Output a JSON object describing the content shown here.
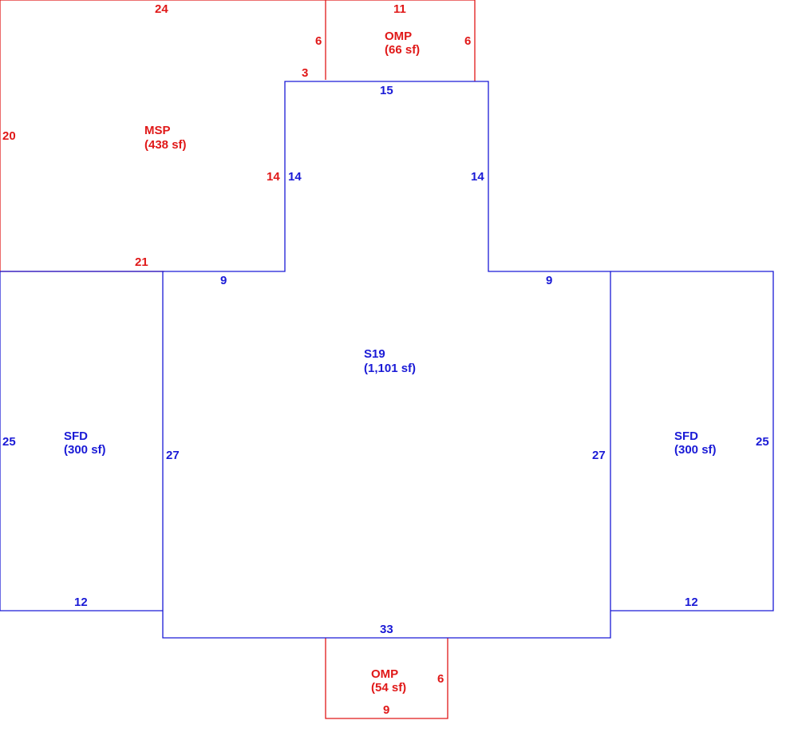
{
  "colors": {
    "living": "#1a1ad6",
    "porch": "#e01818"
  },
  "areas": {
    "msp": {
      "code": "MSP",
      "area": "(438 sf)"
    },
    "omp_top": {
      "code": "OMP",
      "area": "(66 sf)"
    },
    "s19": {
      "code": "S19",
      "area": "(1,101 sf)"
    },
    "sfd_left": {
      "code": "SFD",
      "area": "(300 sf)"
    },
    "sfd_right": {
      "code": "SFD",
      "area": "(300 sf)"
    },
    "omp_bottom": {
      "code": "OMP",
      "area": "(54 sf)"
    }
  },
  "dims": {
    "msp_top": "24",
    "msp_right_upper": "6",
    "msp_step": "3",
    "msp_left": "20",
    "msp_right_lower": "14",
    "msp_bottom": "21",
    "omp_top_top": "11",
    "omp_top_right": "6",
    "s19_top": "15",
    "s19_left_upper": "14",
    "s19_right_upper": "14",
    "s19_left_step": "9",
    "s19_right_step": "9",
    "s19_left": "27",
    "s19_right": "27",
    "s19_bottom": "33",
    "sfd_left_left": "25",
    "sfd_left_bottom": "12",
    "sfd_right_right": "25",
    "sfd_right_bottom": "12",
    "omp_bottom_right": "6",
    "omp_bottom_bottom": "9"
  }
}
